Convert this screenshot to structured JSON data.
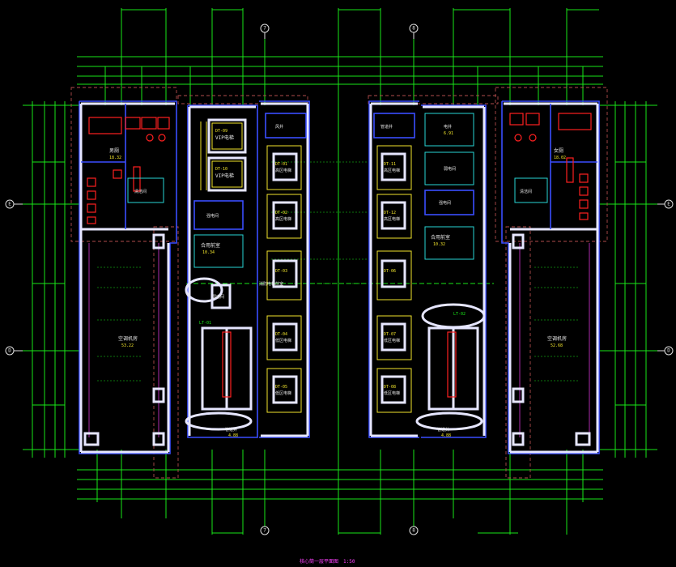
{
  "drawing": {
    "title": "核心筒一层平面图",
    "scale": "1:50"
  },
  "axes": {
    "top": [
      "7",
      "8"
    ],
    "left": [
      "E",
      "D"
    ],
    "right": [
      "E",
      "D"
    ]
  },
  "rooms": {
    "toilet_left": {
      "name": "男厕",
      "area": "18.32"
    },
    "toilet_right": {
      "name": "女厕",
      "area": "18.02"
    },
    "cleaner_left": "清洁间",
    "cleaner_right": "清洁间",
    "lobby_left": {
      "name": "空调机房",
      "area": "53.22"
    },
    "lobby_right": {
      "name": "空调机房",
      "area": "52.68"
    },
    "vip_lift_1": "VIP电梯",
    "vip_lift_2": "VIP电梯",
    "lift_label": "高区电梯",
    "lift_label_low": "低区电梯",
    "stair_left": "LT-01",
    "stair_right": "LT-02",
    "corridor_left": {
      "name": "合用前室",
      "area": "10.34"
    },
    "corridor_right": {
      "name": "合用前室",
      "area": "10.32"
    },
    "shaft_1": "强电间",
    "shaft_2": "弱电间",
    "shaft_3": "风井",
    "pipe_shaft": "管道井",
    "fire_room": "消防电梯前室",
    "fire_room_area": "4.88",
    "fire_room_area_r": "4.88",
    "elec": "电井",
    "elec_area": "6.91"
  },
  "lifts_left": [
    "DT-09",
    "DT-10",
    "DT-01",
    "DT-02",
    "DT-03",
    "DT-04",
    "DT-05"
  ],
  "lifts_right": [
    "DT-11",
    "DT-12",
    "DT-06",
    "DT-07",
    "DT-08"
  ],
  "icons": {
    "axis_marker": "circle-axis-icon",
    "toilet": "toilet-fixture-icon"
  },
  "colors": {
    "background": "#000000",
    "dimension": "#19e619",
    "wall": "#e6e6ff",
    "wall_fill": "#3a4dff",
    "fixture": "#ff2020",
    "lift_frame": "#f2e52c",
    "title": "#ff40ff"
  }
}
